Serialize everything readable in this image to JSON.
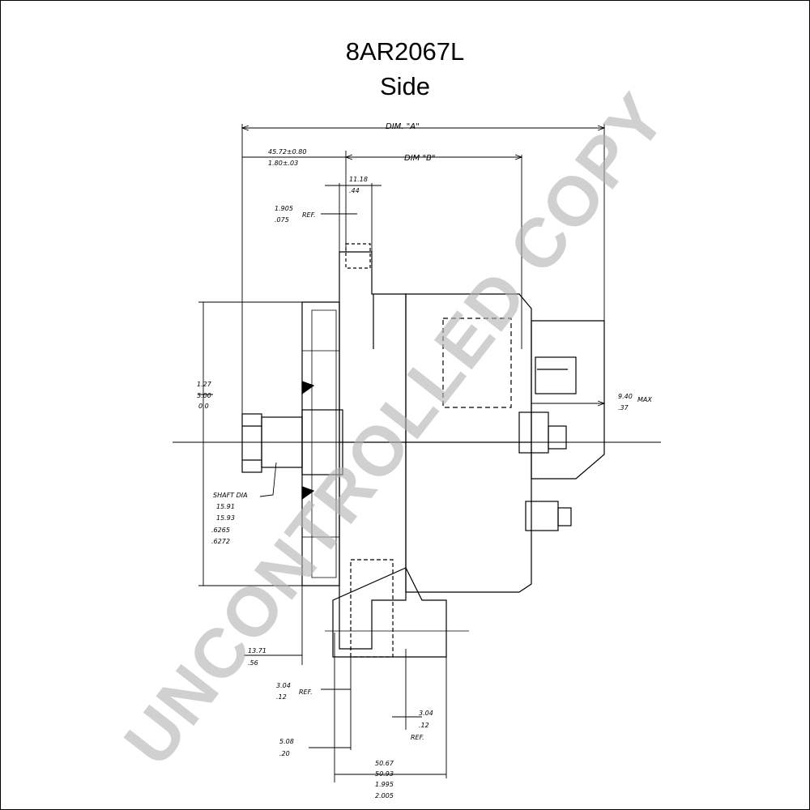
{
  "header": {
    "part_number": "8AR2067L",
    "view": "Side"
  },
  "watermark": {
    "text": "UNCONTROLLED COPY",
    "color": "#b4b4b4"
  },
  "dimensions": {
    "dim_a": "DIM. \"A\"",
    "dim_b": "DIM \"B\"",
    "d1_top": "45.72±0.80",
    "d1_bot": "1.80±.03",
    "d2_top": "11.18",
    "d2_bot": ".44",
    "d3_top": "1.905",
    "d3_bot": ".075",
    "d3_ref": "REF.",
    "d4_top": "1.27",
    "d4_mid": "5.00",
    "d4_bot": "0.0",
    "shaft_label": "SHAFT DIA",
    "shaft_1": "15.91",
    "shaft_2": "15.93",
    "shaft_3": ".6265",
    "shaft_4": ".6272",
    "d6_top": "9.40",
    "d6_bot": ".37",
    "d6_suffix": "MAX",
    "d7_top": "13.71",
    "d7_bot": ".56",
    "d8_top": "3.04",
    "d8_bot": ".12",
    "d8_ref": "REF.",
    "d9_top": "3.04",
    "d9_bot": ".12",
    "d9_ref": "REF.",
    "d10_top": "5.08",
    "d10_bot": ".20",
    "d11_1": "50.67",
    "d11_2": "50.93",
    "d11_3": "1.995",
    "d11_4": "2.005"
  }
}
